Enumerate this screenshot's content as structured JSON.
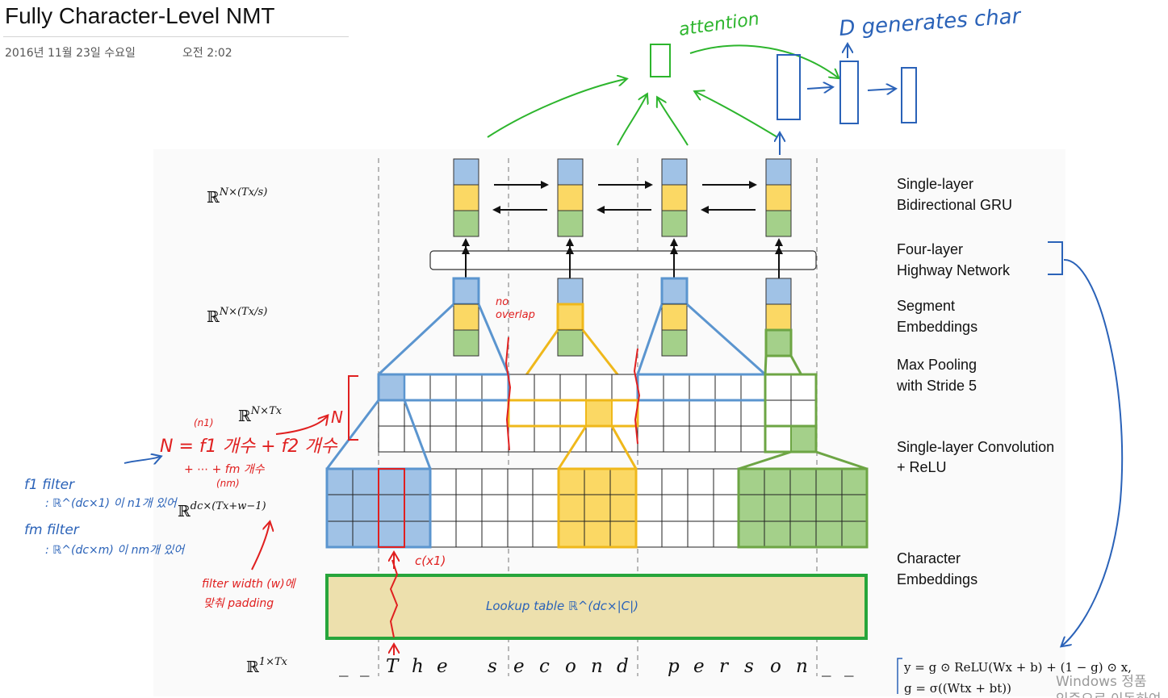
{
  "page": {
    "title": "Fully Character-Level NMT",
    "date": "2016년 11월 23일 수요일",
    "time": "오전 2:02"
  },
  "labels": {
    "bigru": [
      "Single-layer",
      "Bidirectional GRU"
    ],
    "highway": [
      "Four-layer",
      "Highway Network"
    ],
    "segment": [
      "Segment",
      "Embeddings"
    ],
    "maxpool": [
      "Max Pooling",
      "with Stride 5"
    ],
    "conv": [
      "Single-layer Convolution",
      "+ ReLU"
    ],
    "charemb": [
      "Character",
      "Embeddings"
    ]
  },
  "math": {
    "r_gru": {
      "base": "ℝ",
      "sup": "N×(Tx/s)"
    },
    "r_seg": {
      "base": "ℝ",
      "sup": "N×(Tx/s)"
    },
    "r_conv": {
      "base": "ℝ",
      "sup": "N×Tx"
    },
    "r_char": {
      "base": "ℝ",
      "sup": "dc×(Tx+w−1)"
    },
    "r_input": {
      "base": "ℝ",
      "sup": "1×Tx"
    }
  },
  "input_sequence": [
    "_",
    "_",
    "T",
    "h",
    "e",
    "s",
    "e",
    "c",
    "o",
    "n",
    "d",
    "p",
    "e",
    "r",
    "s",
    "o",
    "n",
    "_",
    "_"
  ],
  "formula": {
    "line1": "y = g ⊙ ReLU(Wx + b) + (1 − g) ⊙ x,",
    "line2": "g = σ((Wtx + bt))"
  },
  "annotations": {
    "attention": "attention",
    "generates": "D generates char",
    "no_overlap": [
      "no",
      "overlap"
    ],
    "n_label": "N",
    "n_equation": "N = f1 개수 + f2 개수",
    "n_equation2": "+ ⋯ + fm 개수",
    "n1": "(n1)",
    "nm": "(nm)",
    "f1_filter": "f1 filter",
    "f1_dims": ": ℝ^(dc×1) 이 n1개 있어",
    "fm_filter": "fm filter",
    "fm_dims": ": ℝ^(dc×m) 이 nm개 있어",
    "filter_width": "filter width (w)에",
    "padding": "맞춰 padding",
    "c_x1": "c(x1)",
    "lookup": "Lookup table ℝ^(dc×|C|)"
  },
  "watermark": [
    "Windows 정품",
    "인증으로 이동하여"
  ],
  "colors": {
    "blue": "#a0c2e6",
    "blue_border": "#5b95cf",
    "yellow": "#fbd864",
    "yellow_border": "#efb81b",
    "green": "#a4d08a",
    "green_border": "#6da544",
    "lookup_fill": "#ede0ad",
    "lookup_border": "#27a53b",
    "ink_green": "#2db52d",
    "ink_blue": "#2a62b8",
    "ink_red": "#e02020"
  }
}
